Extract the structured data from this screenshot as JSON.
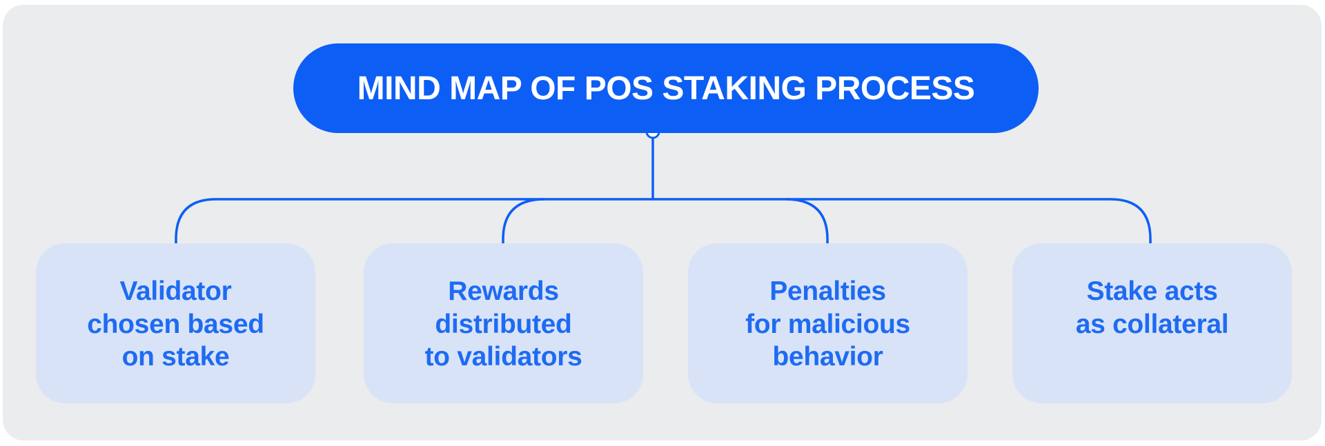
{
  "diagram": {
    "title": "MIND MAP OF POS STAKING PROCESS",
    "nodes": [
      {
        "label": "Validator\nchosen based\non stake"
      },
      {
        "label": "Rewards\ndistributed\nto validators"
      },
      {
        "label": "Penalties\nfor malicious\nbehavior"
      },
      {
        "label": "Stake acts\nas collateral"
      }
    ],
    "colors": {
      "root_fill": "#0d5ef5",
      "root_text": "#ffffff",
      "node_fill": "#d9e3f8",
      "node_text": "#1e6bf2",
      "connector": "#0d5ef5",
      "connector_dot_fill": "#ffffff",
      "panel_background": "#ebeced",
      "page_background": "#ffffff"
    }
  }
}
